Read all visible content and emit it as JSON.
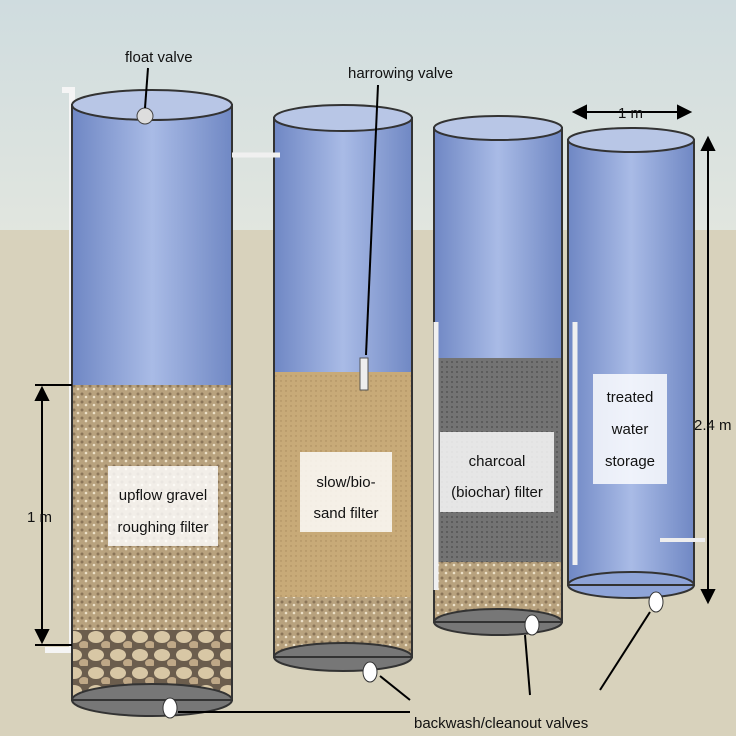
{
  "labels": {
    "float_valve": "float valve",
    "harrowing_valve": "harrowing valve",
    "width_dim": "1 m",
    "height_dim": "2.4 m",
    "gravel_dim": "1 m",
    "tank1": [
      "upflow gravel",
      "roughing filter"
    ],
    "tank2": [
      "slow/bio-",
      "sand filter"
    ],
    "tank3": [
      "charcoal",
      "(biochar) filter"
    ],
    "tank4": [
      "treated",
      "water",
      "storage"
    ],
    "backwash": "backwash/cleanout valves"
  },
  "colors": {
    "water": "#8ea4d8",
    "gravel": "#b9a582",
    "sand": "#c4a878",
    "charcoal": "#6e6e6e",
    "ground": "#d8d2bc"
  }
}
